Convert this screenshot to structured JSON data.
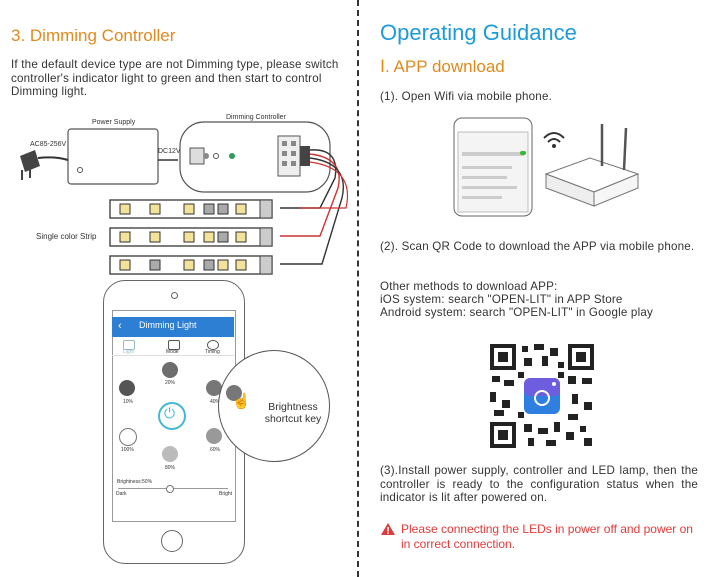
{
  "left": {
    "title": "3. Dimming Controller",
    "intro": "If the default device type are not Dimming type, please switch controller's indicator light to green and then start to control Dimming light.",
    "diagram": {
      "power_supply_label": "Power Supply",
      "controller_label": "Dimming Controller",
      "ac_label": "AC85-256V",
      "dc_label": "DC12V",
      "strip_label": "Single color Strip"
    },
    "phone": {
      "app_title": "Dimming Light",
      "tabs": [
        "Light",
        "Mode",
        "Timing"
      ],
      "levels": [
        "20%",
        "10%",
        "40%",
        "100%",
        "60%",
        "80%"
      ],
      "brightness_label": "Brightness:50%",
      "dark_label": "Dark",
      "bright_label": "Bright"
    },
    "callout": "Brightness shortcut key"
  },
  "right": {
    "title": "Operating Guidance",
    "subtitle": "Ⅰ. APP download",
    "step1": "(1). Open Wifi via mobile phone.",
    "step2": "(2). Scan QR Code to download the APP via mobile phone.",
    "other_methods": "Other methods to download APP:",
    "ios": "iOS system: search \"OPEN-LIT\" in  APP Store",
    "android": "Android system: search \"OPEN-LIT\" in Google play",
    "step3": "(3).Install power supply, controller and LED lamp, then the controller is ready to the configuration status when the indicator is lit after powered on.",
    "warning": "Please connecting the LEDs in power off and power on in correct connection.",
    "colors": {
      "orange": "#e08a1e",
      "blue": "#1e9bd7",
      "warning_red": "#e03a3a"
    }
  }
}
